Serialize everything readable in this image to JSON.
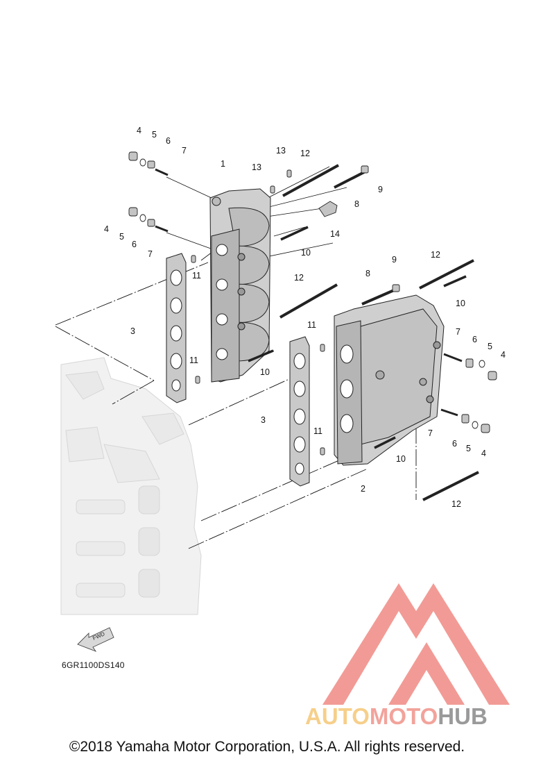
{
  "diagram": {
    "code": "6GR1100DS140",
    "fwd_label": "FWD",
    "callouts": {
      "c1": "1",
      "c2": "2",
      "c3a": "3",
      "c3b": "3",
      "c4a": "4",
      "c4b": "4",
      "c4c": "4",
      "c4d": "4",
      "c5a": "5",
      "c5b": "5",
      "c5c": "5",
      "c5d": "5",
      "c6a": "6",
      "c6b": "6",
      "c6c": "6",
      "c6d": "6",
      "c7a": "7",
      "c7b": "7",
      "c7c": "7",
      "c7d": "7",
      "c8a": "8",
      "c8b": "8",
      "c9a": "9",
      "c9b": "9",
      "c10a": "10",
      "c10b": "10",
      "c10c": "10",
      "c10d": "10",
      "c11a": "11",
      "c11b": "11",
      "c11c": "11",
      "c11d": "11",
      "c12a": "12",
      "c12b": "12",
      "c12c": "12",
      "c12d": "12",
      "c13a": "13",
      "c13b": "13",
      "c14": "14"
    }
  },
  "watermark": {
    "part1": "AUTO",
    "part2": "MOTO",
    "part3": "HUB",
    "colors": {
      "auto": "#f6cf8a",
      "moto": "#f2a39b",
      "hub": "#9a9a9a",
      "logo": "#f08a84"
    }
  },
  "copyright": "©2018 Yamaha Motor Corporation, U.S.A. All rights reserved."
}
